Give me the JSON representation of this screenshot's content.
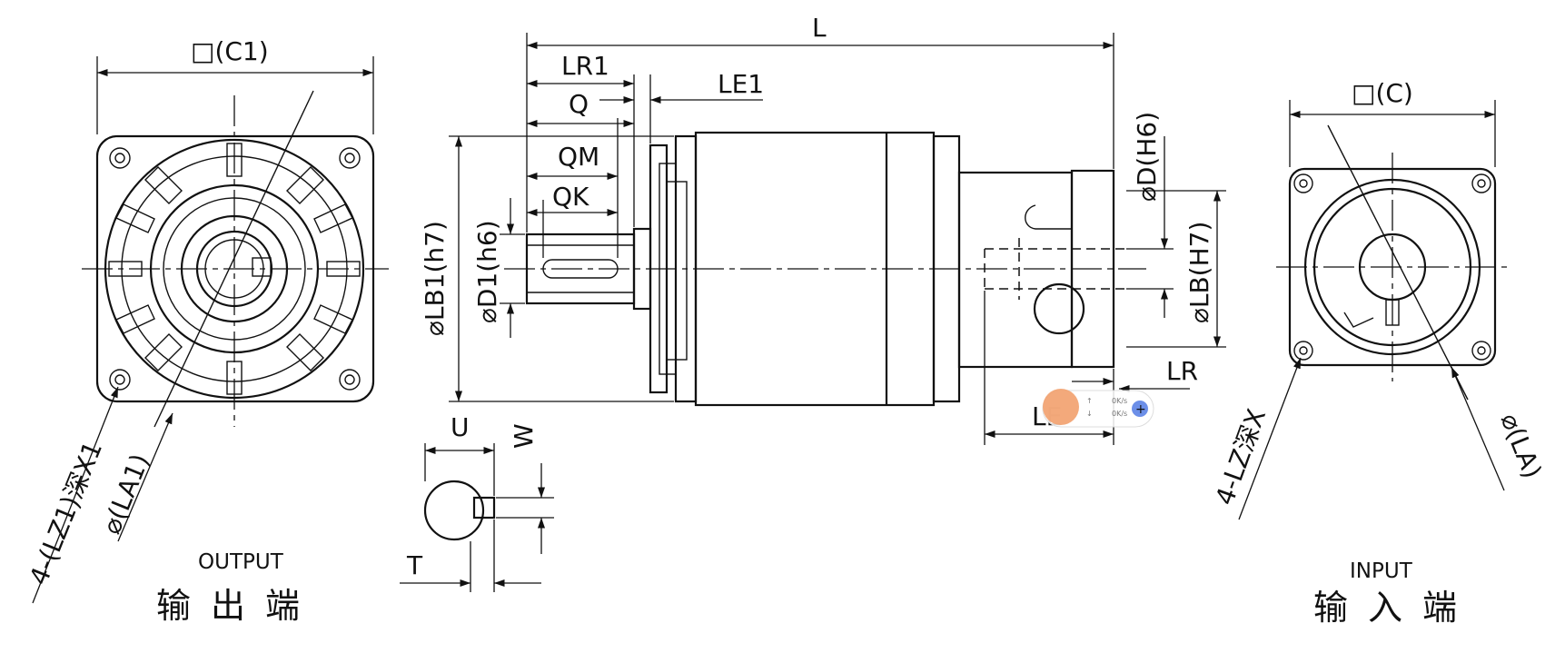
{
  "labels": {
    "C1": "□(C1)",
    "L": "L",
    "LR1": "LR1",
    "LE1": "LE1",
    "Q": "Q",
    "QM": "QM",
    "QK": "QK",
    "LB1": "⌀LB1(h7)",
    "D1": "⌀D1(h6)",
    "D": "⌀D(H6)",
    "LB": "⌀LB(H7)",
    "LR": "LR",
    "LE": "LE",
    "C": "□(C)",
    "U": "U",
    "W": "W",
    "T": "T",
    "LZ1": "4-(LZ1)深X1",
    "LA1": "⌀(LA1)",
    "LZ": "4-LZ深X",
    "LA": "⌀(LA)"
  },
  "captions": {
    "output_en": "OUTPUT",
    "output_zh": "输出端",
    "input_en": "INPUT",
    "input_zh": "输入端"
  },
  "overlay": {
    "badge": "",
    "up_speed": "0K/s",
    "down_speed": "0K/s"
  }
}
